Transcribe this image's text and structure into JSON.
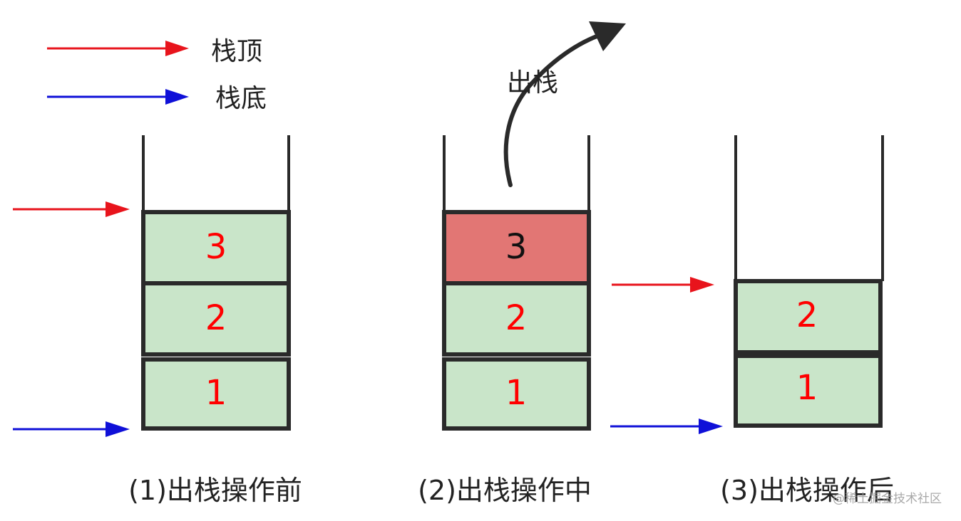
{
  "legend": {
    "top_label": "栈顶",
    "bottom_label": "栈底"
  },
  "pop_label": "出栈",
  "stacks": [
    {
      "caption": "(1)出栈操作前",
      "items": [
        "3",
        "2",
        "1"
      ]
    },
    {
      "caption": "(2)出栈操作中",
      "items": [
        "3",
        "2",
        "1"
      ]
    },
    {
      "caption": "(3)出栈操作后",
      "items": [
        "2",
        "1"
      ]
    }
  ],
  "watermark": "@稀土掘金技术社区",
  "colors": {
    "top_arrow": "#e8141c",
    "bottom_arrow": "#0f10d8",
    "box_fill": "#c9e5c9",
    "popped_fill": "#e27674",
    "number_red": "#ff0000",
    "number_black": "#111111"
  }
}
